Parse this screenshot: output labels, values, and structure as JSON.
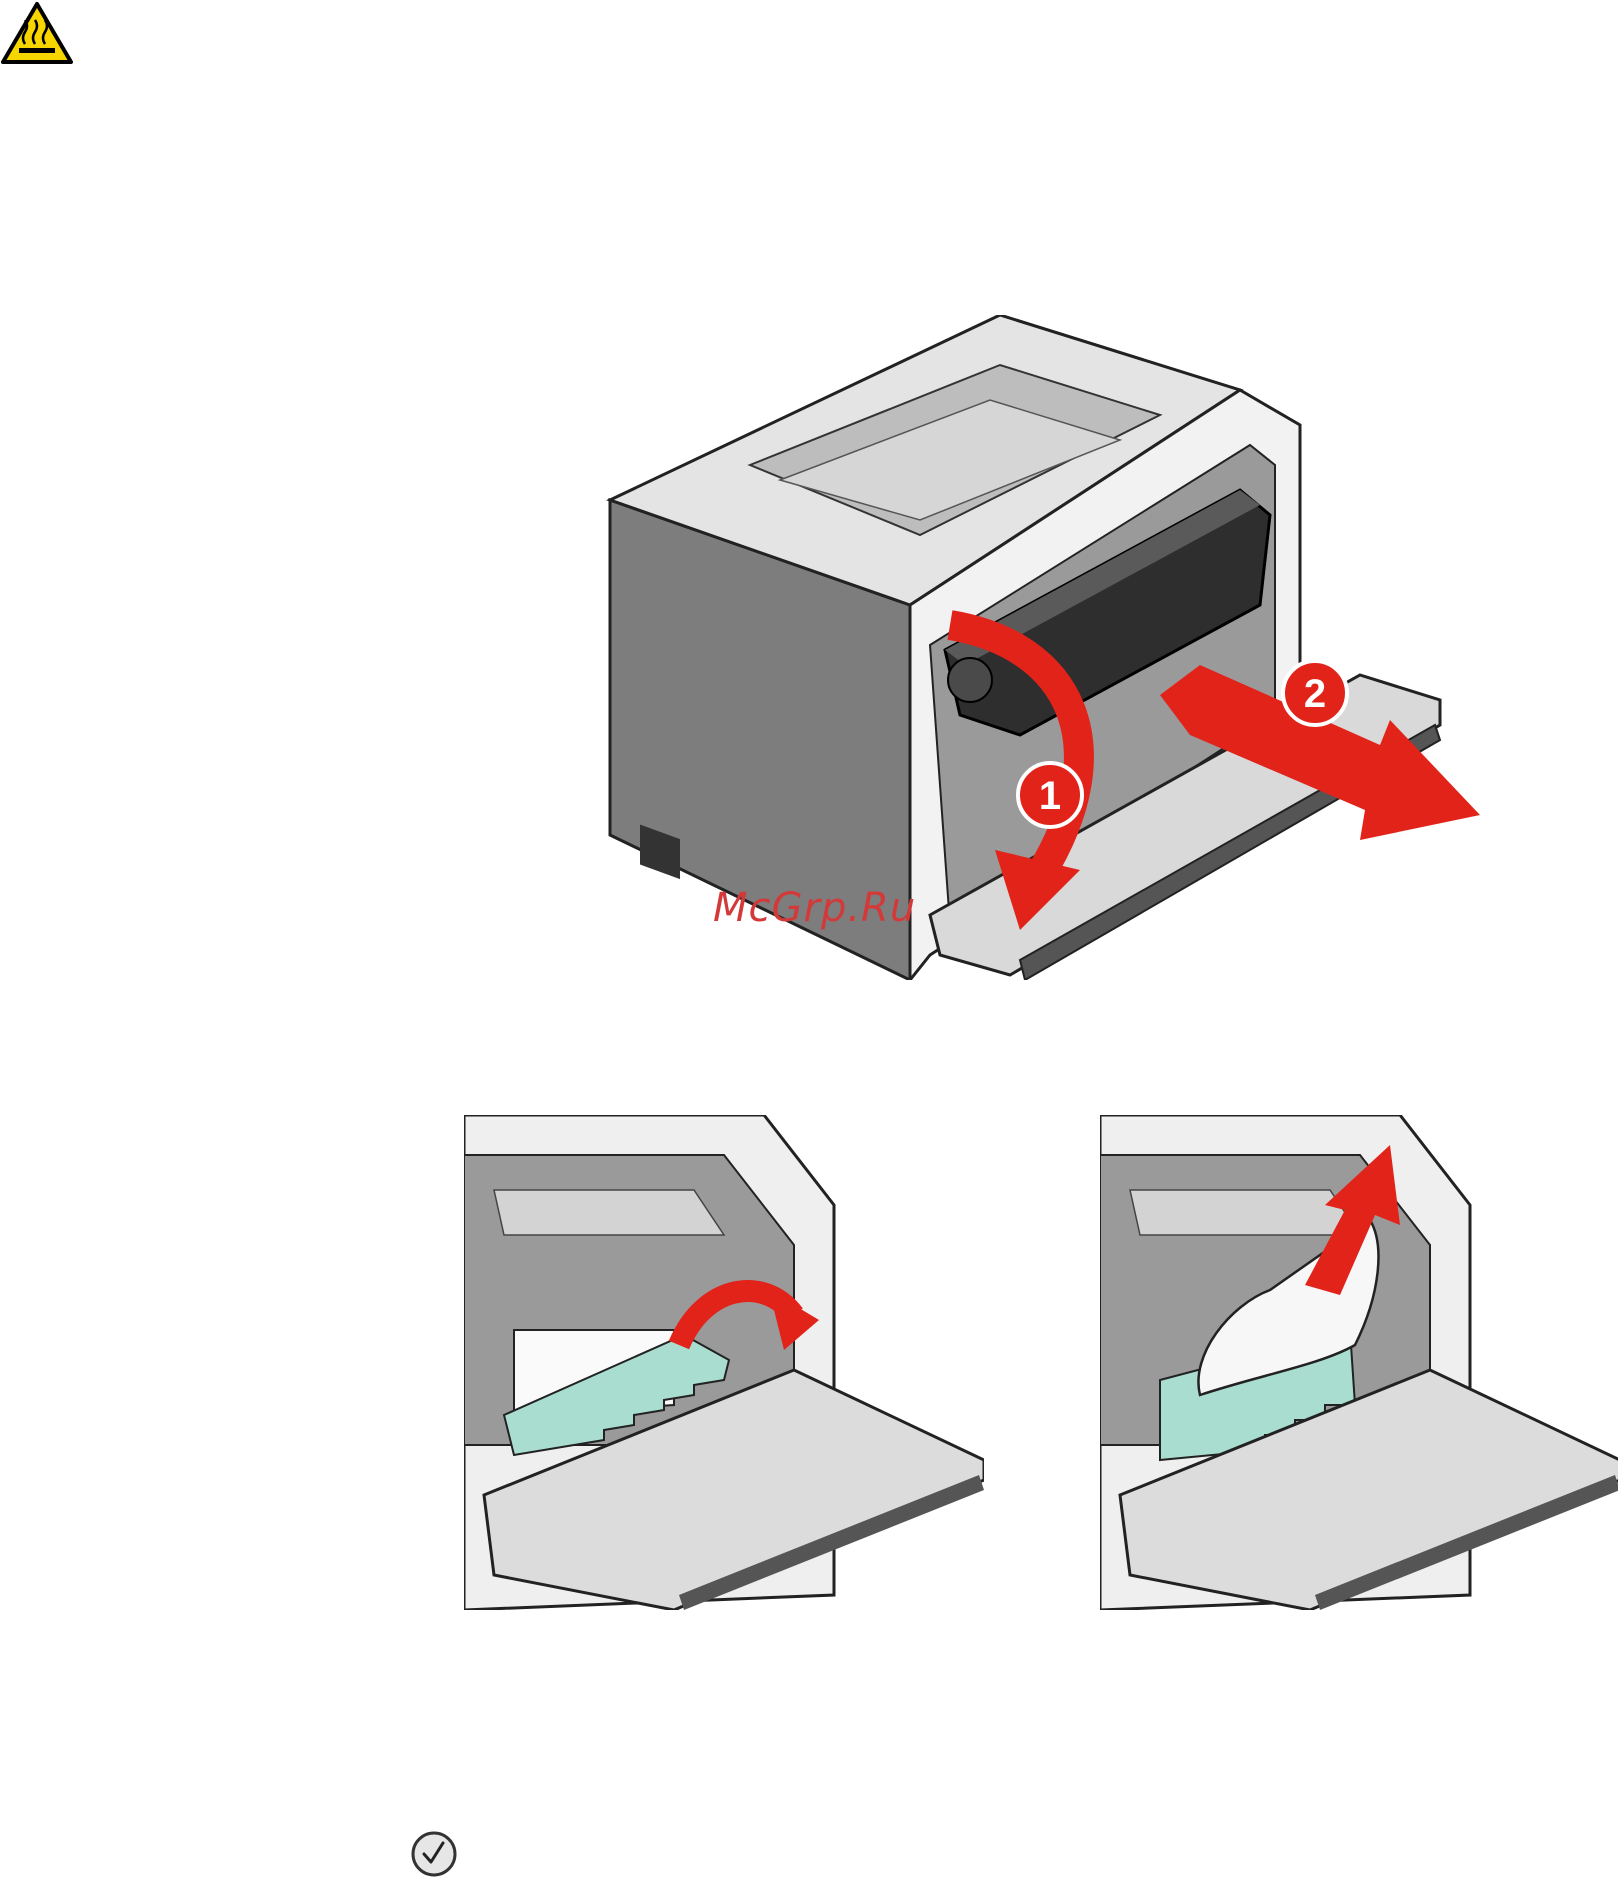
{
  "icons": {
    "hot_surface": "hot-surface-warning-icon",
    "checkmark": "checkmark-button-icon"
  },
  "callouts": {
    "step_1": "1",
    "step_2": "2"
  },
  "watermark": "McGrp.Ru",
  "colors": {
    "arrow_red": "#e2231a",
    "warning_yellow": "#f7d600",
    "jam_guide_teal": "#a9ddd0",
    "printer_gray": "#808080",
    "watermark_red": "#d23a3a"
  }
}
